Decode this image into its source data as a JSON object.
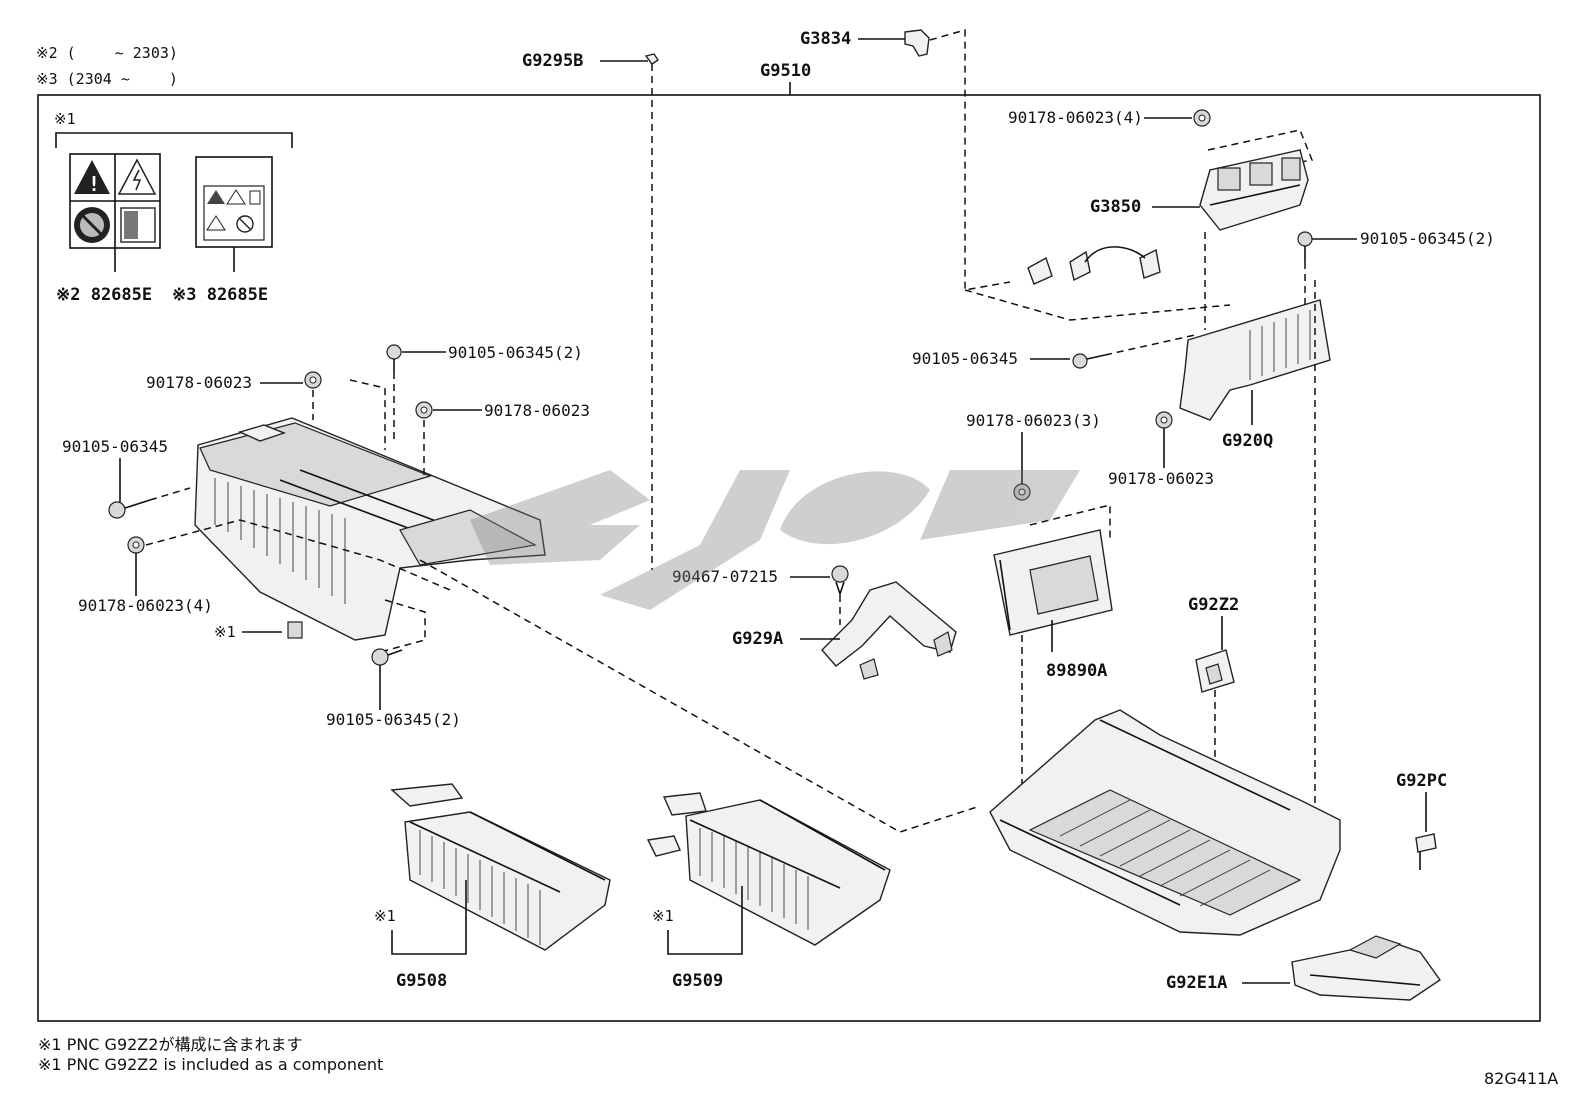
{
  "header": {
    "note2": "※2 (　　 ~ 2303)",
    "note3": "※3 (2304 ~　　 )"
  },
  "callouts": {
    "g9295b": "G9295B",
    "g9510": "G9510",
    "g3834": "G3834",
    "g3850": "G3850",
    "g920q": "G920Q",
    "g929a": "G929A",
    "g92z2": "G92Z2",
    "g92pc": "G92PC",
    "g92e1a": "G92E1A",
    "g9508": "G9508",
    "g9509": "G9509",
    "p89890a": "89890A",
    "label2": "※2 82685E",
    "label3": "※3 82685E",
    "star1": "※1"
  },
  "fasteners": {
    "f1": "90178-06023(4)",
    "f2": "90105-06345(2)",
    "f3": "90105-06345",
    "f4": "90178-06023(3)",
    "f5": "90178-06023",
    "f6": "90467-07215",
    "f7": "90105-06345(2)",
    "f8": "90178-06023",
    "f9": "90178-06023",
    "f10": "90105-06345",
    "f11": "90178-06023(4)",
    "f12": "90105-06345(2)"
  },
  "footer": {
    "note_jp": "※1 PNC G92Z2が構成に含まれます",
    "note_en": "※1 PNC G92Z2 is included as a component",
    "code": "82G411A"
  }
}
